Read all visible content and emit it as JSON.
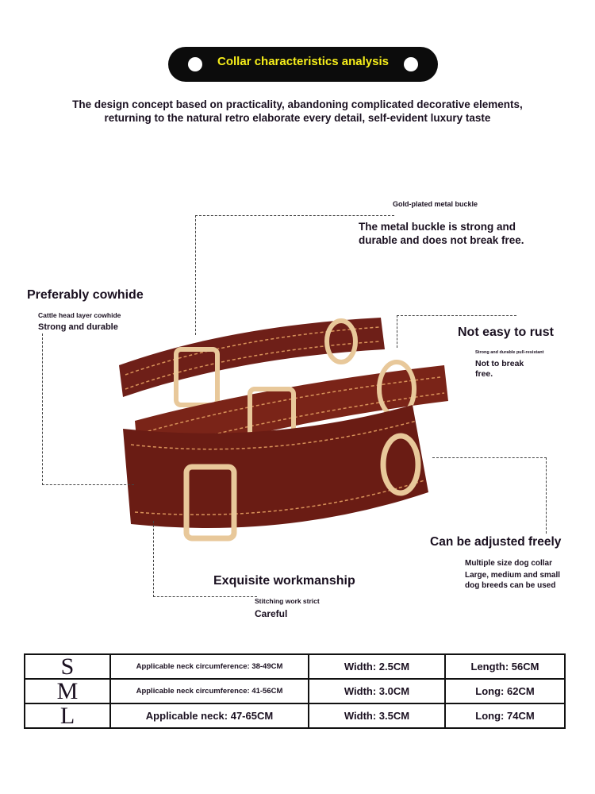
{
  "header": {
    "title": "Collar characteristics analysis",
    "intro": "The design concept based on practicality, abandoning complicated decorative elements, returning to the natural retro elaborate every detail, self-evident luxury taste"
  },
  "callouts": {
    "buckle": {
      "label": "Gold-plated metal buckle",
      "text": "The metal buckle is strong and durable and does not break free."
    },
    "cowhide": {
      "title": "Preferably cowhide",
      "sub": "Cattle head layer cowhide",
      "text": "Strong and durable"
    },
    "rust": {
      "title": "Not easy to rust",
      "sub": "Strong and durable pull-resistant",
      "text": "Not to break free."
    },
    "adjust": {
      "title": "Can be adjusted freely",
      "line1": "Multiple size dog collar",
      "line2": "Large, medium and small dog breeds can be used"
    },
    "work": {
      "title": "Exquisite workmanship",
      "sub": "Stitching work strict",
      "text": "Careful"
    }
  },
  "sizes": [
    {
      "size": "S",
      "neck": "Applicable neck circumference: 38-49CM",
      "width": "Width: 2.5CM",
      "length": "Length: 56CM"
    },
    {
      "size": "M",
      "neck": "Applicable neck circumference: 41-56CM",
      "width": "Width: 3.0CM",
      "length": "Long: 62CM"
    },
    {
      "size": "L",
      "neck": "Applicable neck: 47-65CM",
      "width": "Width: 3.5CM",
      "length": "Long: 74CM"
    }
  ],
  "colors": {
    "leather": "#6e1f18",
    "stitch": "#d9935a",
    "buckle": "#e8c89a",
    "title": "#f6ee1a"
  }
}
